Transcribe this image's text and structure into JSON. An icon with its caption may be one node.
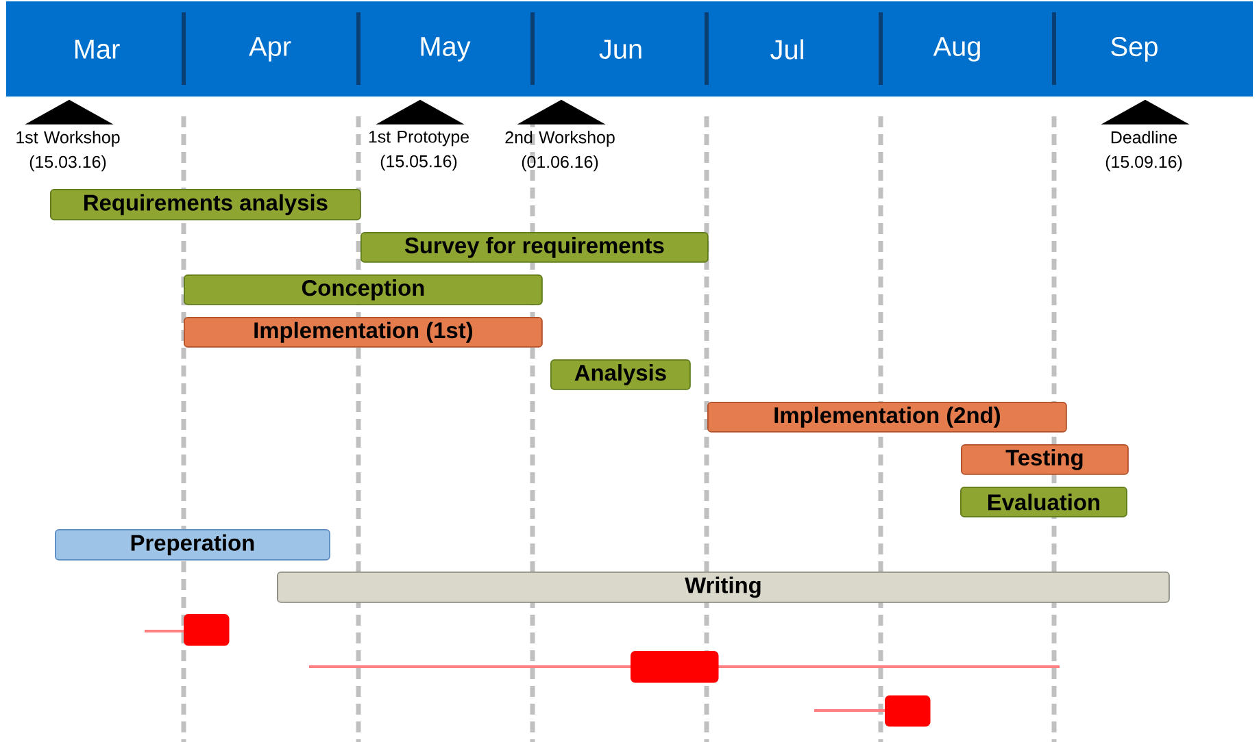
{
  "diagram": {
    "nodes": [
      {
        "text": [],
        "shape": "triangle",
        "beside": [
          "1st Workshop (15.03.16)"
        ]
      },
      {
        "text": [],
        "shape": "triangle",
        "beside": [
          "1st Prototype (15.05.16)"
        ]
      },
      {
        "text": [],
        "shape": "triangle",
        "beside": [
          "2nd Workshop (01.06.16)"
        ]
      },
      {
        "text": [],
        "shape": "triangle",
        "beside": [
          "Deadline (15.09.16)"
        ]
      },
      {
        "text": [
          "Requirements analysis"
        ]
      },
      {
        "text": [
          "Survey for requirements"
        ]
      },
      {
        "text": [
          "Conception"
        ]
      },
      {
        "text": [
          "Implementation (1st)"
        ]
      },
      {
        "text": [
          "Analysis"
        ]
      },
      {
        "text": [
          "Implementation (2nd)"
        ]
      },
      {
        "text": [
          "Testing"
        ]
      },
      {
        "text": [
          "Evaluation"
        ]
      },
      {
        "text": [
          "Preperation"
        ]
      },
      {
        "text": [
          "Writing"
        ]
      },
      {
        "text": [],
        "shape": "bar"
      },
      {
        "text": [],
        "shape": "bar"
      },
      {
        "text": [],
        "shape": "bar"
      }
    ],
    "labels": [
      "Mar",
      "Apr",
      "May",
      "Jun",
      "Jul",
      "Aug",
      "Sep"
    ]
  }
}
